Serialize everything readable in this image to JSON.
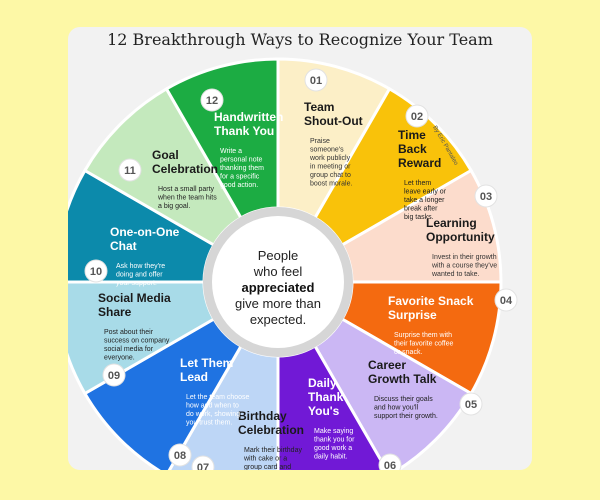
{
  "title": "12 Breakthrough Ways to Recognize Your Team",
  "byline": "By Eric Pantaleo",
  "center": {
    "line1": "People",
    "line2": "who feel",
    "line3": "appreciated",
    "line4": "give more than",
    "line5": "expected."
  },
  "segments": [
    {
      "num": "01",
      "color": "#fcefc7",
      "titleColor": "#1a1a1a",
      "descColor": "#333333",
      "title": [
        "Team",
        "Shout-Out"
      ],
      "desc": [
        "Praise",
        "someone's",
        "work publicly",
        "in meeting or",
        "group chat to",
        "boost morale."
      ]
    },
    {
      "num": "02",
      "color": "#f9c20a",
      "titleColor": "#1a1a1a",
      "descColor": "#222222",
      "title": [
        "Time",
        "Back",
        "Reward"
      ],
      "desc": [
        "Let them",
        "leave early or",
        "take a longer",
        "break after",
        "big tasks."
      ]
    },
    {
      "num": "03",
      "color": "#fcdccc",
      "titleColor": "#1a1a1a",
      "descColor": "#333333",
      "title": [
        "Learning",
        "Opportunity"
      ],
      "desc": [
        "Invest in their growth",
        "with a course they've",
        "wanted to take."
      ]
    },
    {
      "num": "04",
      "color": "#f46a10",
      "titleColor": "#ffffff",
      "descColor": "#ffffff",
      "title": [
        "Favorite Snack",
        "Surprise"
      ],
      "desc": [
        "Surprise them with",
        "their favorite coffee",
        "or snack."
      ]
    },
    {
      "num": "05",
      "color": "#cbb7f4",
      "titleColor": "#1a1a1a",
      "descColor": "#222222",
      "title": [
        "Career",
        "Growth Talk"
      ],
      "desc": [
        "Discuss their goals",
        "and how you'll",
        "support their growth."
      ]
    },
    {
      "num": "06",
      "color": "#7119d6",
      "titleColor": "#ffffff",
      "descColor": "#ffffff",
      "title": [
        "Daily",
        "Thank",
        "You's"
      ],
      "desc": [
        "Make saying",
        "thank you for",
        "good work a",
        "daily habit."
      ]
    },
    {
      "num": "07",
      "color": "#bdd6f6",
      "titleColor": "#1a1a1a",
      "descColor": "#222222",
      "title": [
        "Birthday",
        "Celebration"
      ],
      "desc": [
        "Mark their birthday",
        "with cake or a",
        "group card and"
      ]
    },
    {
      "num": "08",
      "color": "#1f73e2",
      "titleColor": "#ffffff",
      "descColor": "#ffffff",
      "title": [
        "Let Them",
        "Lead"
      ],
      "desc": [
        "Let the team choose",
        "how and when to",
        "do work, showing",
        "you trust them."
      ]
    },
    {
      "num": "09",
      "color": "#a8dbe8",
      "titleColor": "#1a1a1a",
      "descColor": "#222222",
      "title": [
        "Social Media",
        "Share"
      ],
      "desc": [
        "Post about their",
        "success on company",
        "social media for",
        "everyone."
      ]
    },
    {
      "num": "10",
      "color": "#0c8aab",
      "titleColor": "#ffffff",
      "descColor": "#ffffff",
      "title": [
        "One-on-One",
        "Chat"
      ],
      "desc": [
        "Ask how they're",
        "doing and offer",
        "your support."
      ]
    },
    {
      "num": "11",
      "color": "#c4e9bd",
      "titleColor": "#1a1a1a",
      "descColor": "#222222",
      "title": [
        "Goal",
        "Celebration"
      ],
      "desc": [
        "Host a small party",
        "when the team hits",
        "a big goal."
      ]
    },
    {
      "num": "12",
      "color": "#1cac43",
      "titleColor": "#ffffff",
      "descColor": "#ffffff",
      "title": [
        "Handwritten",
        "Thank You"
      ],
      "desc": [
        "Write a",
        "personal note",
        "thanking them",
        "for a specific",
        "good action."
      ]
    }
  ]
}
